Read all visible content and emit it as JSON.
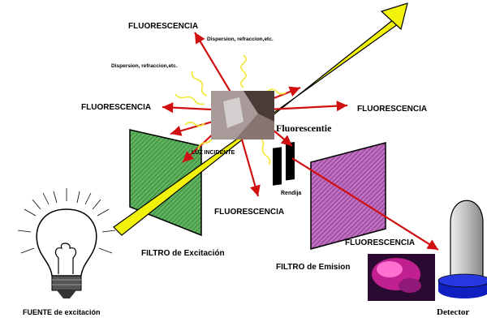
{
  "labels": {
    "fluor_top": "FLUORESCENCIA",
    "fluor_left": "FLUORESCENCIA",
    "fluor_right": "FLUORESCENCIA",
    "fluor_bottom": "FLUORESCENCIA",
    "fluor_lower_right": "FLUORESCENCIA",
    "scatter_1": "Dispersion, refraccion,etc.",
    "scatter_2": "Dispersion, refraccion,etc.",
    "fluorescent_sample": "Fluorescentie",
    "incident_light": "LUZ INCIDENTE",
    "slit": "Rendija",
    "excitation_filter": "FILTRO de Excitación",
    "emission_filter": "FILTRO de Emision",
    "source": "FUENTE de excitación",
    "detector": "Detector"
  },
  "colors": {
    "beam": "#f2f20a",
    "arrow": "#d01010",
    "excitation_filter": "#3a9a3a",
    "emission_filter": "#a040a0",
    "detector_dome": "#c8c8c8",
    "detector_base": "#1020c0"
  }
}
